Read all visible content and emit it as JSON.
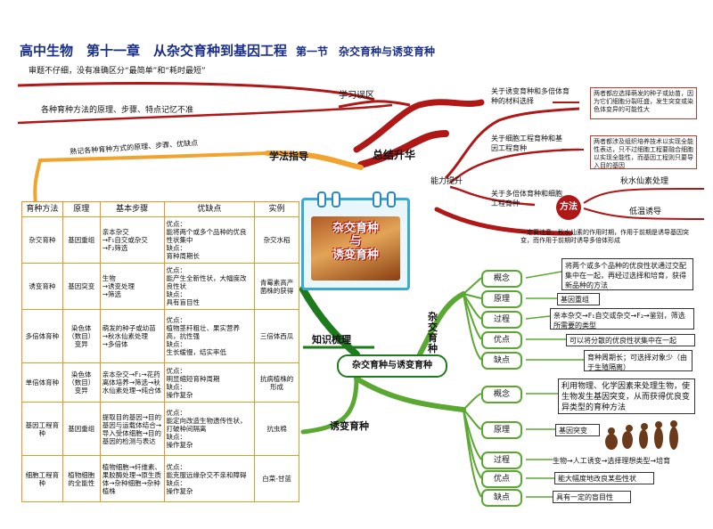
{
  "title": {
    "main": "高中生物　第十一章　从杂交育种到基因工程",
    "sub": "第一节　杂交育种与诱变育种"
  },
  "colors": {
    "red": "#b01818",
    "orange": "#f2a32e",
    "green": "#3f9e2a",
    "dark_green": "#1d7a1d",
    "blue": "#1a2f8a"
  },
  "review": {
    "zone": "学习误区",
    "misc1": "审题不仔细，没有准确区分“最简单”和“耗时最短”",
    "misc2": "各种育种方法的原理、步骤、特点记忆不准",
    "summary": "总结升华",
    "improve": "能力提升",
    "method": "方法",
    "p1_label": "关于诱变育种和多倍体育种的材料选择",
    "p1_box": "两者都应选择萌发的种子或幼苗，因为它们细胞分裂旺盛，发生突变或染色体变异的可能性大",
    "p2_label": "关于细胞工程育种和基因工程育种",
    "p2_box": "两者都涉及组织培养技术以实现全能性表达，只不过细胞工程要融合细胞以实现全能性，而基因工程则只要导入目的基因",
    "p3_label": "关于多倍体育种和细胞工程育种",
    "m1": "秋水仙素处理",
    "m2": "低温诱导",
    "note": "一定要注意，秋水仙素的作用时期，作用于前期是诱导基因突变，而作用于前期时诱导多倍体形成"
  },
  "guide": {
    "label": "学法指导",
    "tip": "熟记各种育种方式的原理、步骤、优缺点"
  },
  "table": {
    "headers": [
      "育种方法",
      "原理",
      "基本步骤",
      "优缺点",
      "实例"
    ],
    "rows": [
      {
        "method": "杂交育种",
        "principle": "基因重组",
        "steps": "亲本杂交\n→F₁自交或杂交\n→F₂筛选",
        "pros": "优点：\n能将两个或多个品种的优良性状集中\n缺点：\n育种周期长",
        "example": "杂交水稻"
      },
      {
        "method": "诱变育种",
        "principle": "基因突变",
        "steps": "生物\n→诱变处理\n→筛选",
        "pros": "优点：\n能产生全新性状，大幅度改良性状\n缺点：\n具有盲目性",
        "example": "青霉素高产菌株的获得"
      },
      {
        "method": "多倍体育种",
        "principle": "染色体（数目）变异",
        "steps": "萌发的种子或幼苗\n→秋水仙素处理\n→多倍体",
        "pros": "优点：\n植物茎秆粗壮、果实营养高，抗性强\n缺点：\n生长缓慢，结实率低",
        "example": "三倍体西瓜"
      },
      {
        "method": "单倍体育种",
        "principle": "染色体（数目）变异",
        "steps": "亲本杂交→F₁→花药离体培养→筛选→秋水仙素处理→纯合体",
        "pros": "优点：\n明显缩短育种周期\n缺点：\n操作复杂",
        "example": "抗病植株的形成"
      },
      {
        "method": "基因工程育种",
        "principle": "基因重组",
        "steps": "提取目的基因→目的基因与运载体结合→导入受体细胞→目的基因的检测与表达",
        "pros": "优点：\n能定向改造生物遗传性状，打破种间隔离\n缺点：\n操作复杂",
        "example": "抗虫棉"
      },
      {
        "method": "细胞工程育种",
        "principle": "植物细胞的全能性",
        "steps": "植物细胞→纤维素、果胶酶处理→原生质体→杂种细胞→杂种植株",
        "pros": "优点：\n能克服远缘杂交不亲和障碍\n缺点：\n操作复杂",
        "example": "白菜-甘蓝"
      }
    ]
  },
  "calendar": {
    "title": "杂交育种\n与\n诱变育种"
  },
  "knowledge": {
    "label": "知识梳理",
    "center": "杂交育种与诱变育种",
    "hybrid": "杂交育种",
    "mutation": "诱变育种",
    "h_items": [
      {
        "key": "概念",
        "text": "将两个或多个品种的优良性状通过交配集中在一起，再经过选择和培育，获得新品种的方法"
      },
      {
        "key": "原理",
        "text": "基因重组"
      },
      {
        "key": "过程",
        "text": "亲本杂交→F₁自交或杂交→F₂→鉴别，筛选所需要的类型"
      },
      {
        "key": "优点",
        "text": "可以将分散的优良性状集中在一起"
      },
      {
        "key": "缺点",
        "text": "育种周期长；可选择对象少（由于生殖隔离）"
      }
    ],
    "m_items": [
      {
        "key": "概念",
        "text": "利用物理、化学因素来处理生物，使生物发生基因突变，从而获得优良变异类型的育种方法"
      },
      {
        "key": "原理",
        "text": "基因突变"
      },
      {
        "key": "过程",
        "text": "生物→人工诱变→选择理想类型→培育"
      },
      {
        "key": "优点",
        "text": "能大幅度地改良某些性状"
      },
      {
        "key": "缺点",
        "text": "具有一定的盲目性"
      }
    ]
  }
}
